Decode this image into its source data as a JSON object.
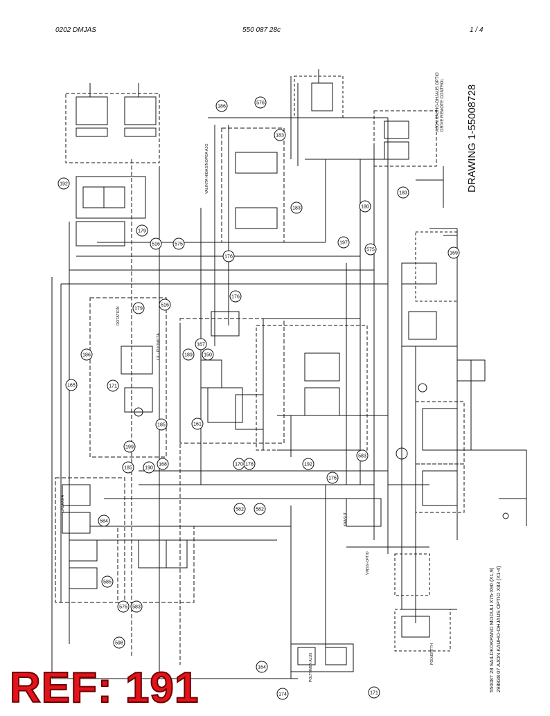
{
  "header": {
    "left": "0202 DMJAS",
    "center": "550 087 28c",
    "right": "1 /   4"
  },
  "drawing_title": "DRAWING 1-55008728",
  "footer_lines": [
    "550087 28 SAILDKOKPAND MODULI X75-X90 (X1,9)",
    "298838 07 AJON KAUHO-OHJAUS OPTIO X83 (X1-4)"
  ],
  "top_right_labels": [
    "AJON KAUHO-OHJAUS OPTIO",
    "DRIVE REMOTE CONTROL"
  ],
  "side_labels": [
    "VALINTA HIDAS/NOPEA AJO",
    "ROTATION",
    "LX - PUOMILTA",
    "SAILIUSTA",
    "KAASUT",
    "VINSSI-OPTIO",
    "POLTTIMEN ALUS",
    "POLVERITTH"
  ],
  "callouts": [
    "192",
    "179",
    "516",
    "575",
    "176",
    "176",
    "197",
    "575",
    "516",
    "183",
    "183",
    "183",
    "180",
    "169",
    "576",
    "186",
    "179",
    "186",
    "165",
    "171",
    "185",
    "199",
    "185",
    "190",
    "168",
    "189",
    "150",
    "167",
    "161",
    "170",
    "178",
    "192",
    "176",
    "583",
    "582",
    "582",
    "584",
    "585",
    "576",
    "583",
    "598",
    "164",
    "174",
    "171"
  ],
  "ref_label": "REF: 191",
  "colors": {
    "ref_text": "#e3131b",
    "line": "#111111"
  }
}
